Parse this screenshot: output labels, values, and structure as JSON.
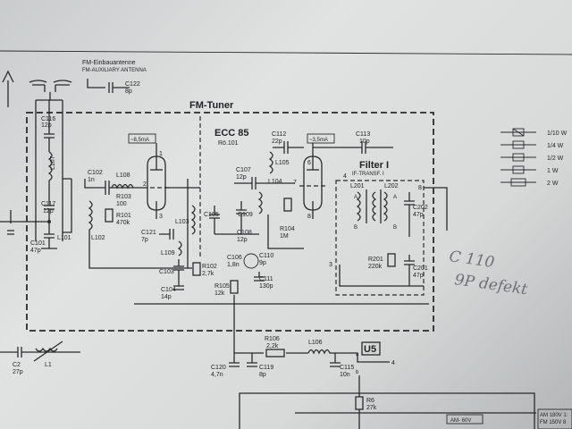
{
  "top": {
    "antenna_title": "FM-Einbauantenne",
    "antenna_subtitle": "FM-AUXILIARY ANTENNA",
    "c122": "C122",
    "c122_val": "8p"
  },
  "tuner": {
    "title": "FM-Tuner",
    "tube_name": "ECC 85",
    "tube_ref": "Rö.101",
    "current_1": "~8,5mA",
    "current_2": "~3,5mA"
  },
  "filter": {
    "title": "Filter I",
    "subtitle": "IF-TRANSF. I"
  },
  "components": [
    {
      "id": "c116",
      "label": "C116",
      "val": "12p"
    },
    {
      "id": "c117",
      "label": "C117",
      "val": "12p"
    },
    {
      "id": "c101",
      "label": "C101",
      "val": "47p"
    },
    {
      "id": "l101",
      "label": "L101"
    },
    {
      "id": "l107",
      "label": "L107"
    },
    {
      "id": "c102",
      "label": "C102",
      "val": "1n"
    },
    {
      "id": "l108",
      "label": "L108"
    },
    {
      "id": "r103",
      "label": "R103",
      "val": "100"
    },
    {
      "id": "r101",
      "label": "R101",
      "val": "470k"
    },
    {
      "id": "l102",
      "label": "L102"
    },
    {
      "id": "c121",
      "label": "C121",
      "val": "7p"
    },
    {
      "id": "l109",
      "label": "L109"
    },
    {
      "id": "c103",
      "label": "C103"
    },
    {
      "id": "c104",
      "label": "C104",
      "val": "14p"
    },
    {
      "id": "l103",
      "label": "L103"
    },
    {
      "id": "c105",
      "label": "C105"
    },
    {
      "id": "r102",
      "label": "R102",
      "val": "2,7k"
    },
    {
      "id": "c106",
      "label": "C106",
      "val": "1,8n"
    },
    {
      "id": "r105",
      "label": "R105",
      "val": "12k"
    },
    {
      "id": "c107",
      "label": "C107",
      "val": "12p"
    },
    {
      "id": "c109",
      "label": "C109"
    },
    {
      "id": "c108",
      "label": "C108",
      "val": "12p"
    },
    {
      "id": "c110",
      "label": "C110",
      "val": "9p"
    },
    {
      "id": "c111",
      "label": "C111",
      "val": "130p"
    },
    {
      "id": "l104",
      "label": "L104"
    },
    {
      "id": "r104",
      "label": "R104",
      "val": "1M"
    },
    {
      "id": "c112",
      "label": "C112",
      "val": "22p"
    },
    {
      "id": "l105",
      "label": "L105"
    },
    {
      "id": "c113",
      "label": "C113",
      "val": "10p"
    },
    {
      "id": "l201",
      "label": "L201"
    },
    {
      "id": "l202",
      "label": "L202"
    },
    {
      "id": "c202",
      "label": "C202",
      "val": "47p"
    },
    {
      "id": "c201",
      "label": "C201",
      "val": "47p"
    },
    {
      "id": "r201",
      "label": "R201",
      "val": "220k"
    },
    {
      "id": "r106",
      "label": "R106",
      "val": "2,2k"
    },
    {
      "id": "l106",
      "label": "L106"
    },
    {
      "id": "c120",
      "label": "C120",
      "val": "4,7n"
    },
    {
      "id": "c119",
      "label": "C119",
      "val": "8p"
    },
    {
      "id": "c115",
      "label": "C115",
      "val": "10n"
    },
    {
      "id": "u5",
      "label": "U5"
    },
    {
      "id": "r6",
      "label": "R6",
      "val": "27k"
    },
    {
      "id": "c2",
      "label": "C2",
      "val": "27p"
    },
    {
      "id": "l1",
      "label": "L1"
    }
  ],
  "pins": [
    "1",
    "2",
    "3",
    "6",
    "7",
    "8",
    "4",
    "8",
    "3",
    "A",
    "B",
    "A",
    "B",
    "a",
    "b",
    "4"
  ],
  "legend": [
    "1/10 W",
    "1/4 W",
    "1/2 W",
    "1 W",
    "2 W"
  ],
  "handwritten": [
    "C 110",
    "9P defekt"
  ],
  "corner": [
    "AM 180V 1:",
    "FM 150V 8",
    "AM- 60V"
  ]
}
